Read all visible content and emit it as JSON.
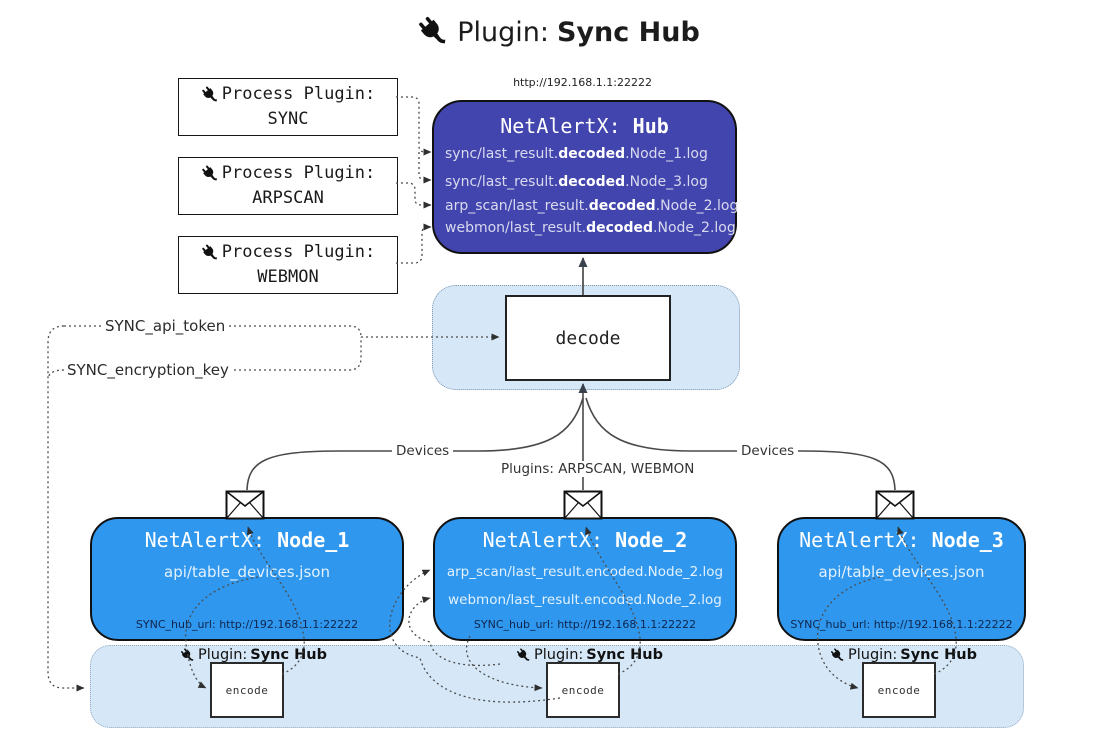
{
  "title": {
    "prefix": "Plugin: ",
    "bold": "Sync Hub"
  },
  "process_plugins": [
    {
      "label": "Process Plugin:",
      "name": "SYNC"
    },
    {
      "label": "Process Plugin:",
      "name": "ARPSCAN"
    },
    {
      "label": "Process Plugin:",
      "name": "WEBMON"
    }
  ],
  "hub": {
    "url": "http://192.168.1.1:22222",
    "title_prefix": "NetAlertX: ",
    "title_bold": "Hub",
    "lines": [
      {
        "prefix": "sync/last_result.",
        "bold": "decoded",
        "suffix": ".Node_1.log"
      },
      {
        "prefix": "sync/last_result.",
        "bold": "decoded",
        "suffix": ".Node_3.log"
      },
      {
        "prefix": "arp_scan/last_result.",
        "bold": "decoded",
        "suffix": ".Node_2.log"
      },
      {
        "prefix": "webmon/last_result.",
        "bold": "decoded",
        "suffix": ".Node_2.log"
      }
    ]
  },
  "decode_group": {
    "decode_label": "decode"
  },
  "params": {
    "api_token_label": "SYNC_api_token",
    "encryption_key_label": "SYNC_encryption_key"
  },
  "edge_labels": {
    "left": "Devices",
    "center": "Plugins: ARPSCAN, WEBMON",
    "right": "Devices"
  },
  "nodes": [
    {
      "title_prefix": "NetAlertX: ",
      "title_bold": "Node_1",
      "files": [
        "api/table_devices.json"
      ],
      "hub_url": "SYNC_hub_url: http://192.168.1.1:22222"
    },
    {
      "title_prefix": "NetAlertX: ",
      "title_bold": "Node_2",
      "files": [
        "arp_scan/last_result.encoded.Node_2.log",
        "webmon/last_result.encoded.Node_2.log"
      ],
      "hub_url": "SYNC_hub_url: http://192.168.1.1:22222"
    },
    {
      "title_prefix": "NetAlertX: ",
      "title_bold": "Node_3",
      "files": [
        "api/table_devices.json"
      ],
      "hub_url": "SYNC_hub_url: http://192.168.1.1:22222"
    }
  ],
  "encode_strip": {
    "sections": [
      {
        "label_prefix": "Plugin: ",
        "label_bold": "Sync Hub",
        "box_label": "encode"
      },
      {
        "label_prefix": "Plugin: ",
        "label_bold": "Sync Hub",
        "box_label": "encode"
      },
      {
        "label_prefix": "Plugin: ",
        "label_bold": "Sync Hub",
        "box_label": "encode"
      }
    ]
  },
  "icons": {
    "plug": "plug-icon",
    "envelope": "envelope-icon"
  },
  "colors": {
    "hub_fill": "#4345ae",
    "node_fill": "#2f97ee",
    "group_fill": "#d6e8f8",
    "outline": "#1a1a1a"
  }
}
